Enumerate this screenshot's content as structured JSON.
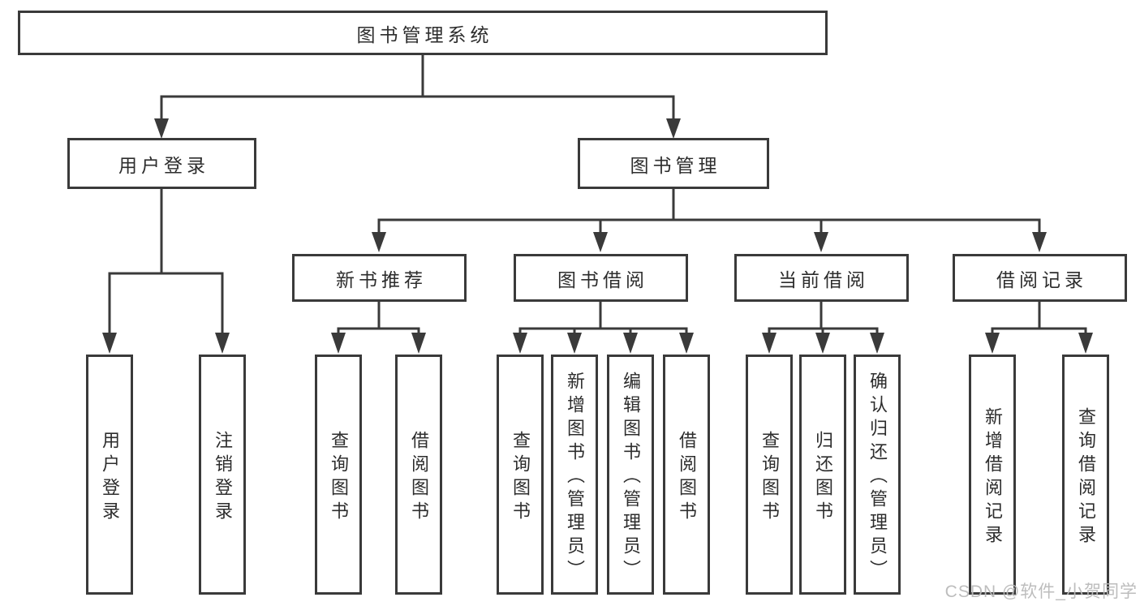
{
  "page": {
    "background": "#ffffff",
    "watermark": "CSDN @软件_小贺同学"
  },
  "diagram": {
    "type": "hierarchy-tree",
    "colors": {
      "line": "#3a3a3a",
      "text": "#2d2d2d",
      "box_fill": "#ffffff",
      "watermark": "#b9b9b9"
    },
    "root": {
      "label": "图书管理系统"
    },
    "level2": [
      {
        "label": "用户登录"
      },
      {
        "label": "图书管理"
      }
    ],
    "level3": [
      {
        "label": "新书推荐",
        "parent": "图书管理"
      },
      {
        "label": "图书借阅",
        "parent": "图书管理"
      },
      {
        "label": "当前借阅",
        "parent": "图书管理"
      },
      {
        "label": "借阅记录",
        "parent": "图书管理"
      }
    ],
    "leaves": [
      {
        "label": "用户登录",
        "parent": "用户登录"
      },
      {
        "label": "注销登录",
        "parent": "用户登录"
      },
      {
        "label": "查询图书",
        "parent": "新书推荐"
      },
      {
        "label": "借阅图书",
        "parent": "新书推荐"
      },
      {
        "label": "查询图书",
        "parent": "图书借阅"
      },
      {
        "label": "新增图书（管理员）",
        "parent": "图书借阅"
      },
      {
        "label": "编辑图书（管理员）",
        "parent": "图书借阅"
      },
      {
        "label": "借阅图书",
        "parent": "图书借阅"
      },
      {
        "label": "查询图书",
        "parent": "当前借阅"
      },
      {
        "label": "归还图书",
        "parent": "当前借阅"
      },
      {
        "label": "确认归还（管理员）",
        "parent": "当前借阅"
      },
      {
        "label": "新增借阅记录",
        "parent": "借阅记录"
      },
      {
        "label": "查询借阅记录",
        "parent": "借阅记录"
      }
    ]
  }
}
